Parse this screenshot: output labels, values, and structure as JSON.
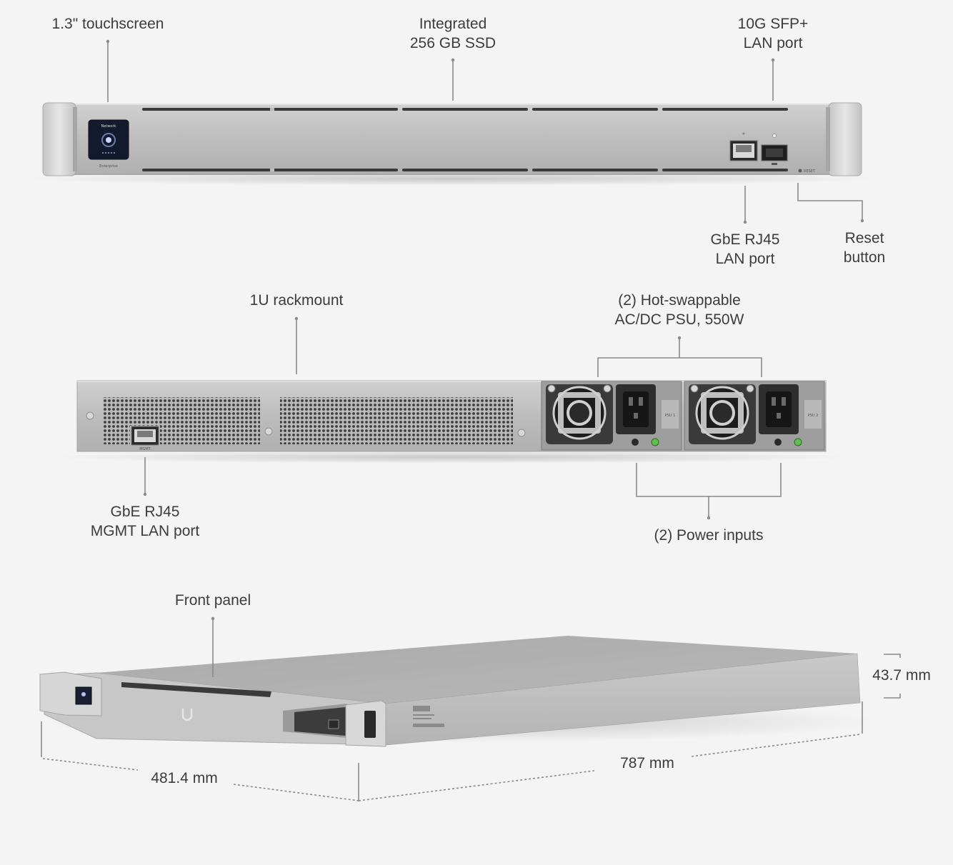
{
  "front_view": {
    "touchscreen_label": "1.3\" touchscreen",
    "ssd_label_1": "Integrated",
    "ssd_label_2": "256 GB SSD",
    "sfp_label_1": "10G SFP+",
    "sfp_label_2": "LAN port",
    "rj45_label_1": "GbE RJ45",
    "rj45_label_2": "LAN port",
    "reset_label_1": "Reset",
    "reset_label_2": "button",
    "screen_title": "Network",
    "screen_caption": "Enterprise",
    "reset_text": "RESET"
  },
  "rear_view": {
    "rackmount_label": "1U rackmount",
    "psu_label_1": "(2) Hot-swappable",
    "psu_label_2": "AC/DC PSU, 550W",
    "mgmt_label_1": "GbE RJ45",
    "mgmt_label_2": "MGMT LAN port",
    "power_label": "(2) Power inputs",
    "mgmt_port_text": "MGMT",
    "psu1_text": "PSU 1",
    "psu2_text": "PSU 2"
  },
  "iso_view": {
    "front_panel_label": "Front panel",
    "height_label": "43.7 mm",
    "width_label": "481.4 mm",
    "depth_label": "787 mm"
  },
  "colors": {
    "chassis": "#bdbdbd",
    "chassis_light": "#d4d4d4",
    "chassis_dark": "#9c9c9c",
    "leader": "#8a8a8a",
    "screen": "#141a2e",
    "led_green": "#5fbf4f"
  }
}
